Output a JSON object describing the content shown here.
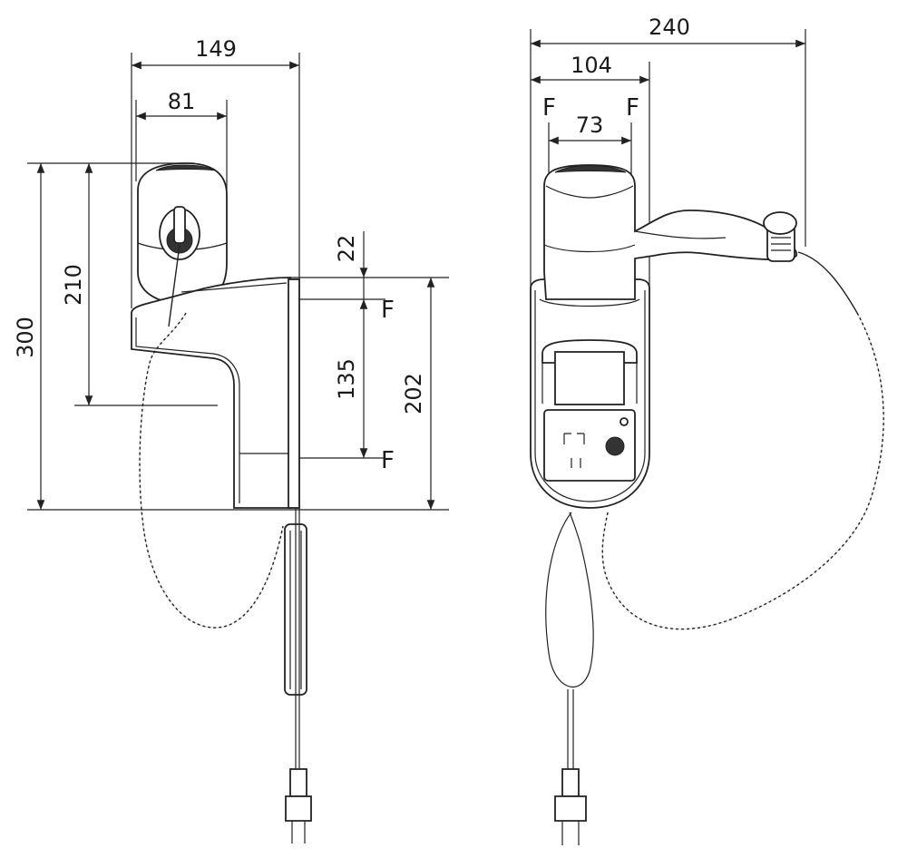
{
  "side_view": {
    "dim_width_total": "149",
    "dim_width_head": "81",
    "dim_height_total": "300",
    "dim_height_dryer": "210",
    "dim_top_offset": "22",
    "dim_fixing_spacing": "135",
    "dim_holder_height": "202",
    "fix_label_top": "F",
    "fix_label_bottom": "F"
  },
  "front_view": {
    "dim_width_total": "240",
    "dim_width_holder": "104",
    "dim_fixing_spacing": "73",
    "fix_label_left": "F",
    "fix_label_right": "F"
  }
}
